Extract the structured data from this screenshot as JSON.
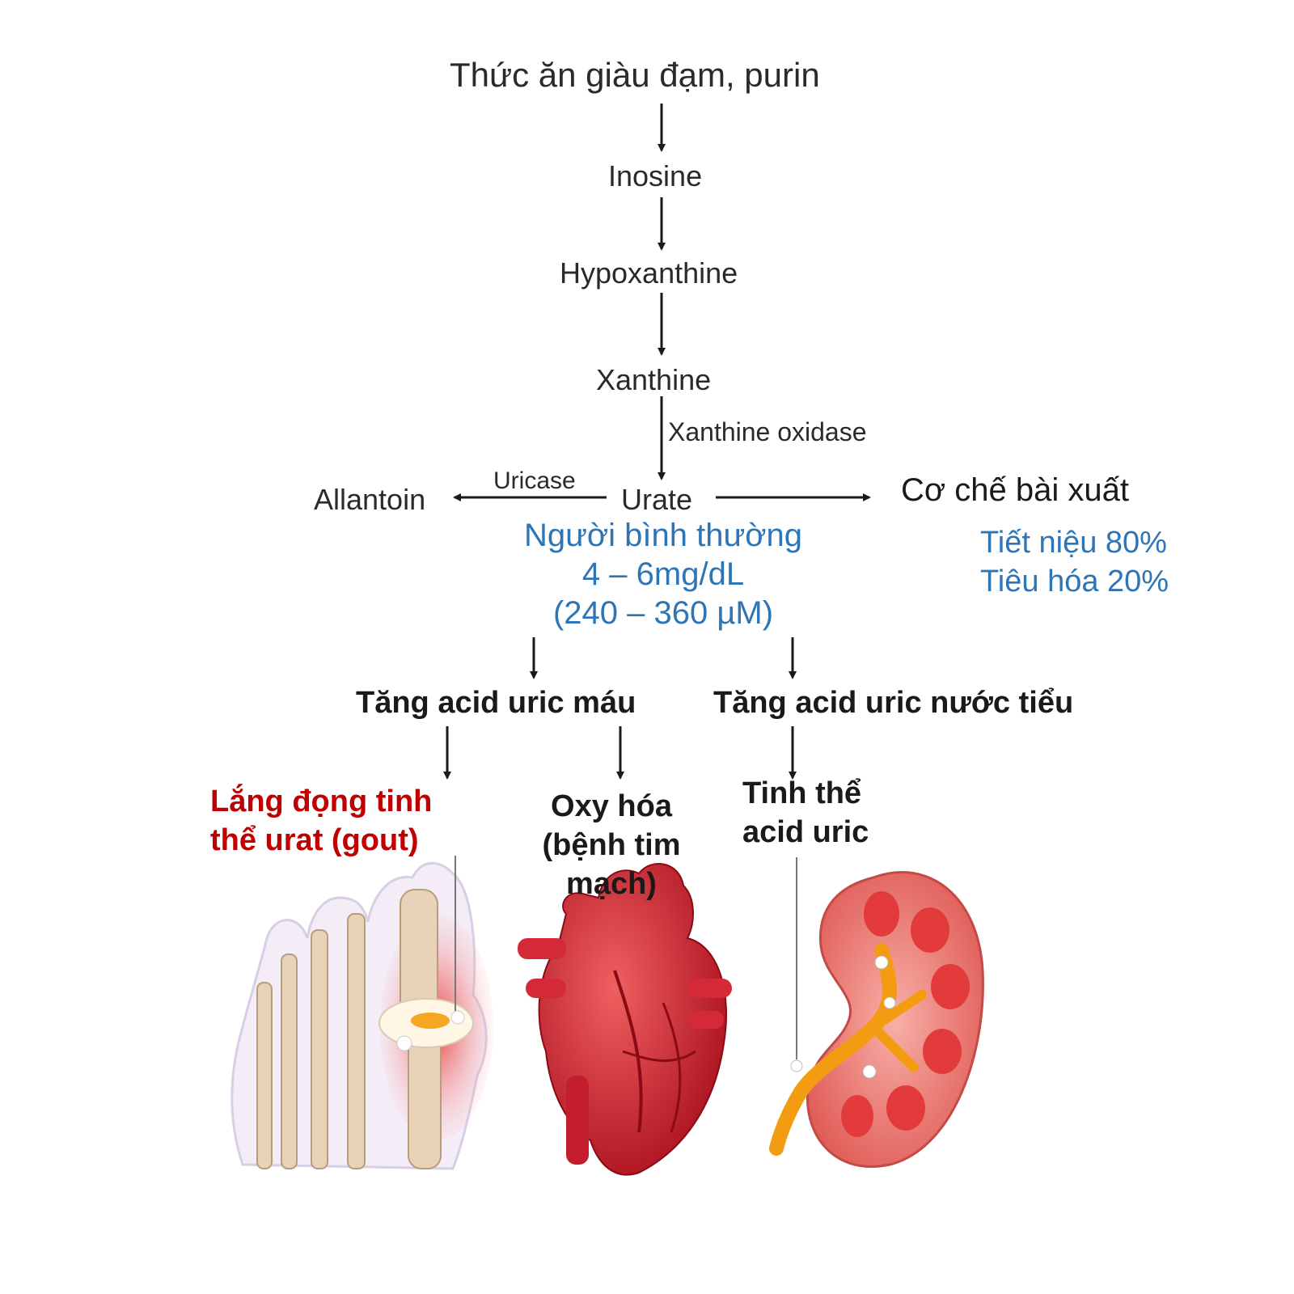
{
  "pathway": {
    "food": "Thức ăn giàu đạm, purin",
    "inosine": "Inosine",
    "hypoxanthine": "Hypoxanthine",
    "xanthine": "Xanthine",
    "xanthine_oxidase": "Xanthine oxidase",
    "urate": "Urate",
    "uricase": "Uricase",
    "allantoin": "Allantoin"
  },
  "excretion": {
    "title": "Cơ chế bài xuất",
    "urinary": "Tiết niệu 80%",
    "digestive": "Tiêu hóa 20%"
  },
  "normal_range": {
    "label": "Người bình thường",
    "mg": "4 – 6mg/dL",
    "um": "(240 – 360 µM)"
  },
  "outcomes": {
    "blood": "Tăng acid uric máu",
    "urine": "Tăng acid uric nước tiểu",
    "gout_line1": "Lắng đọng tinh",
    "gout_line2": "thể urat (gout)",
    "oxid_line1": "Oxy hóa",
    "oxid_line2": "(bệnh tim",
    "oxid_line3": "mạch)",
    "crystal_line1": "Tinh thể",
    "crystal_line2": "acid uric"
  },
  "colors": {
    "blue_text": "#2e75b6",
    "red_text": "#c00000",
    "heart_red": "#c8102e",
    "kidney_red": "#e03a3e",
    "ureter_orange": "#f39c12",
    "bone": "#e8d2b8"
  },
  "icons": [
    "foot-illustration",
    "heart-illustration",
    "kidney-illustration"
  ]
}
